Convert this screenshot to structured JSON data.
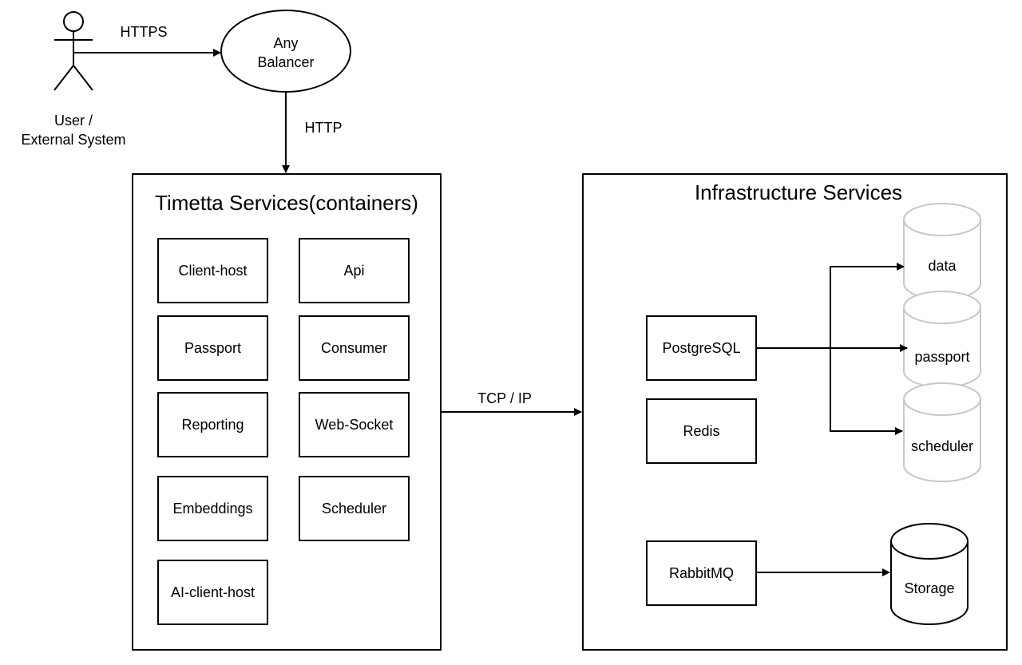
{
  "actor": {
    "label_line1": "User /",
    "label_line2": "External System"
  },
  "balancer": {
    "label_line1": "Any",
    "label_line2": "Balancer"
  },
  "edges": {
    "https": "HTTPS",
    "http": "HTTP",
    "tcp": "TCP / IP"
  },
  "timetta": {
    "title": "Timetta Services(containers)",
    "services": [
      "Client-host",
      "Api",
      "Passport",
      "Consumer",
      "Reporting",
      "Web-Socket",
      "Embeddings",
      "Scheduler",
      "AI-client-host"
    ]
  },
  "infra": {
    "title": "Infrastructure Services",
    "services": [
      "PostgreSQL",
      "Redis",
      "RabbitMQ"
    ],
    "databases": [
      "data",
      "passport",
      "scheduler"
    ],
    "storage": "Storage"
  },
  "colors": {
    "stroke": "#000000",
    "faded_stroke": "#c8c8c8"
  }
}
